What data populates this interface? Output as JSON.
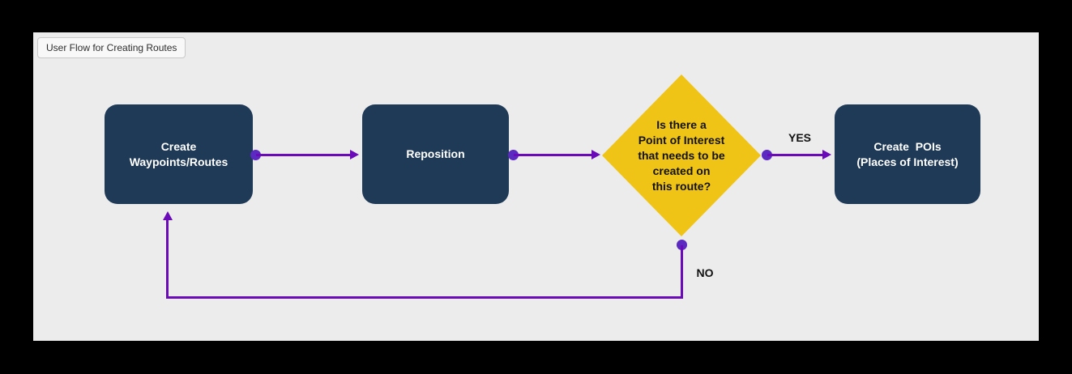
{
  "canvas": {
    "title": "User Flow for Creating Routes",
    "background": "#ECECEC",
    "frame_color": "#000000"
  },
  "colors": {
    "canvas_bg": "#ECECEC",
    "node_fill": "#1F3A57",
    "node_text": "#FFFFFF",
    "decision_fill": "#F0C417",
    "decision_text": "#111111",
    "connector": "#6B0AB8",
    "connector_dot": "#5B2BC1",
    "label_text": "#111111"
  },
  "nodes": [
    {
      "id": "create-waypoints",
      "type": "process",
      "label": "Create\nWaypoints/Routes"
    },
    {
      "id": "reposition",
      "type": "process",
      "label": "Reposition"
    },
    {
      "id": "poi-decision",
      "type": "decision",
      "label": "Is there a\nPoint of Interest\nthat needs to be\ncreated on\nthis route?"
    },
    {
      "id": "create-pois",
      "type": "process",
      "label": "Create  POIs\n(Places of Interest)"
    }
  ],
  "edges": [
    {
      "from": "create-waypoints",
      "to": "reposition",
      "label": ""
    },
    {
      "from": "reposition",
      "to": "poi-decision",
      "label": ""
    },
    {
      "from": "poi-decision",
      "to": "create-pois",
      "label": "YES"
    },
    {
      "from": "poi-decision",
      "to": "create-waypoints",
      "label": "NO"
    }
  ]
}
